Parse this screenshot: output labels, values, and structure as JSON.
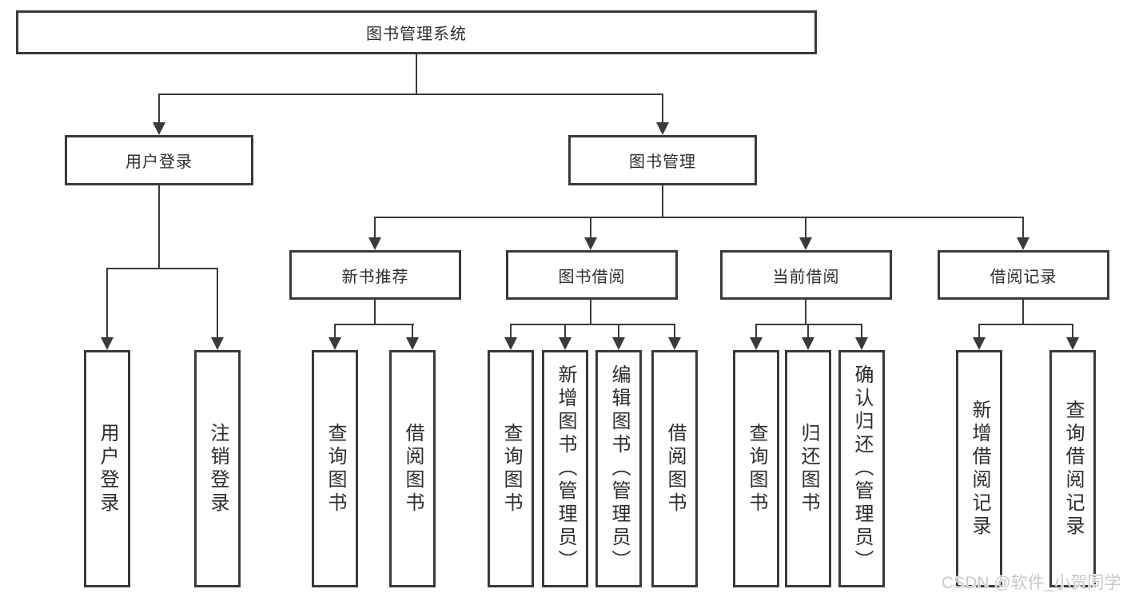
{
  "colors": {
    "line": "#3a3a3a",
    "text": "#2d2d2d",
    "watermark_text": "#c9c9c9",
    "background": "#ffffff"
  },
  "tree": {
    "root": {
      "label": "图书管理系统"
    },
    "branches": [
      {
        "label": "用户登录",
        "leaves": [
          {
            "label": "用户登录"
          },
          {
            "label": "注销登录"
          }
        ]
      },
      {
        "label": "图书管理",
        "groups": [
          {
            "label": "新书推荐",
            "leaves": [
              {
                "label": "查询图书"
              },
              {
                "label": "借阅图书"
              }
            ]
          },
          {
            "label": "图书借阅",
            "leaves": [
              {
                "label": "查询图书"
              },
              {
                "label": "新增图书（管理员）"
              },
              {
                "label": "编辑图书（管理员）"
              },
              {
                "label": "借阅图书"
              }
            ]
          },
          {
            "label": "当前借阅",
            "leaves": [
              {
                "label": "查询图书"
              },
              {
                "label": "归还图书"
              },
              {
                "label": "确认归还（管理员）"
              }
            ]
          },
          {
            "label": "借阅记录",
            "leaves": [
              {
                "label": "新增借阅记录"
              },
              {
                "label": "查询借阅记录"
              }
            ]
          }
        ]
      }
    ]
  },
  "watermark": {
    "text": "CSDN @软件_小贺同学"
  }
}
